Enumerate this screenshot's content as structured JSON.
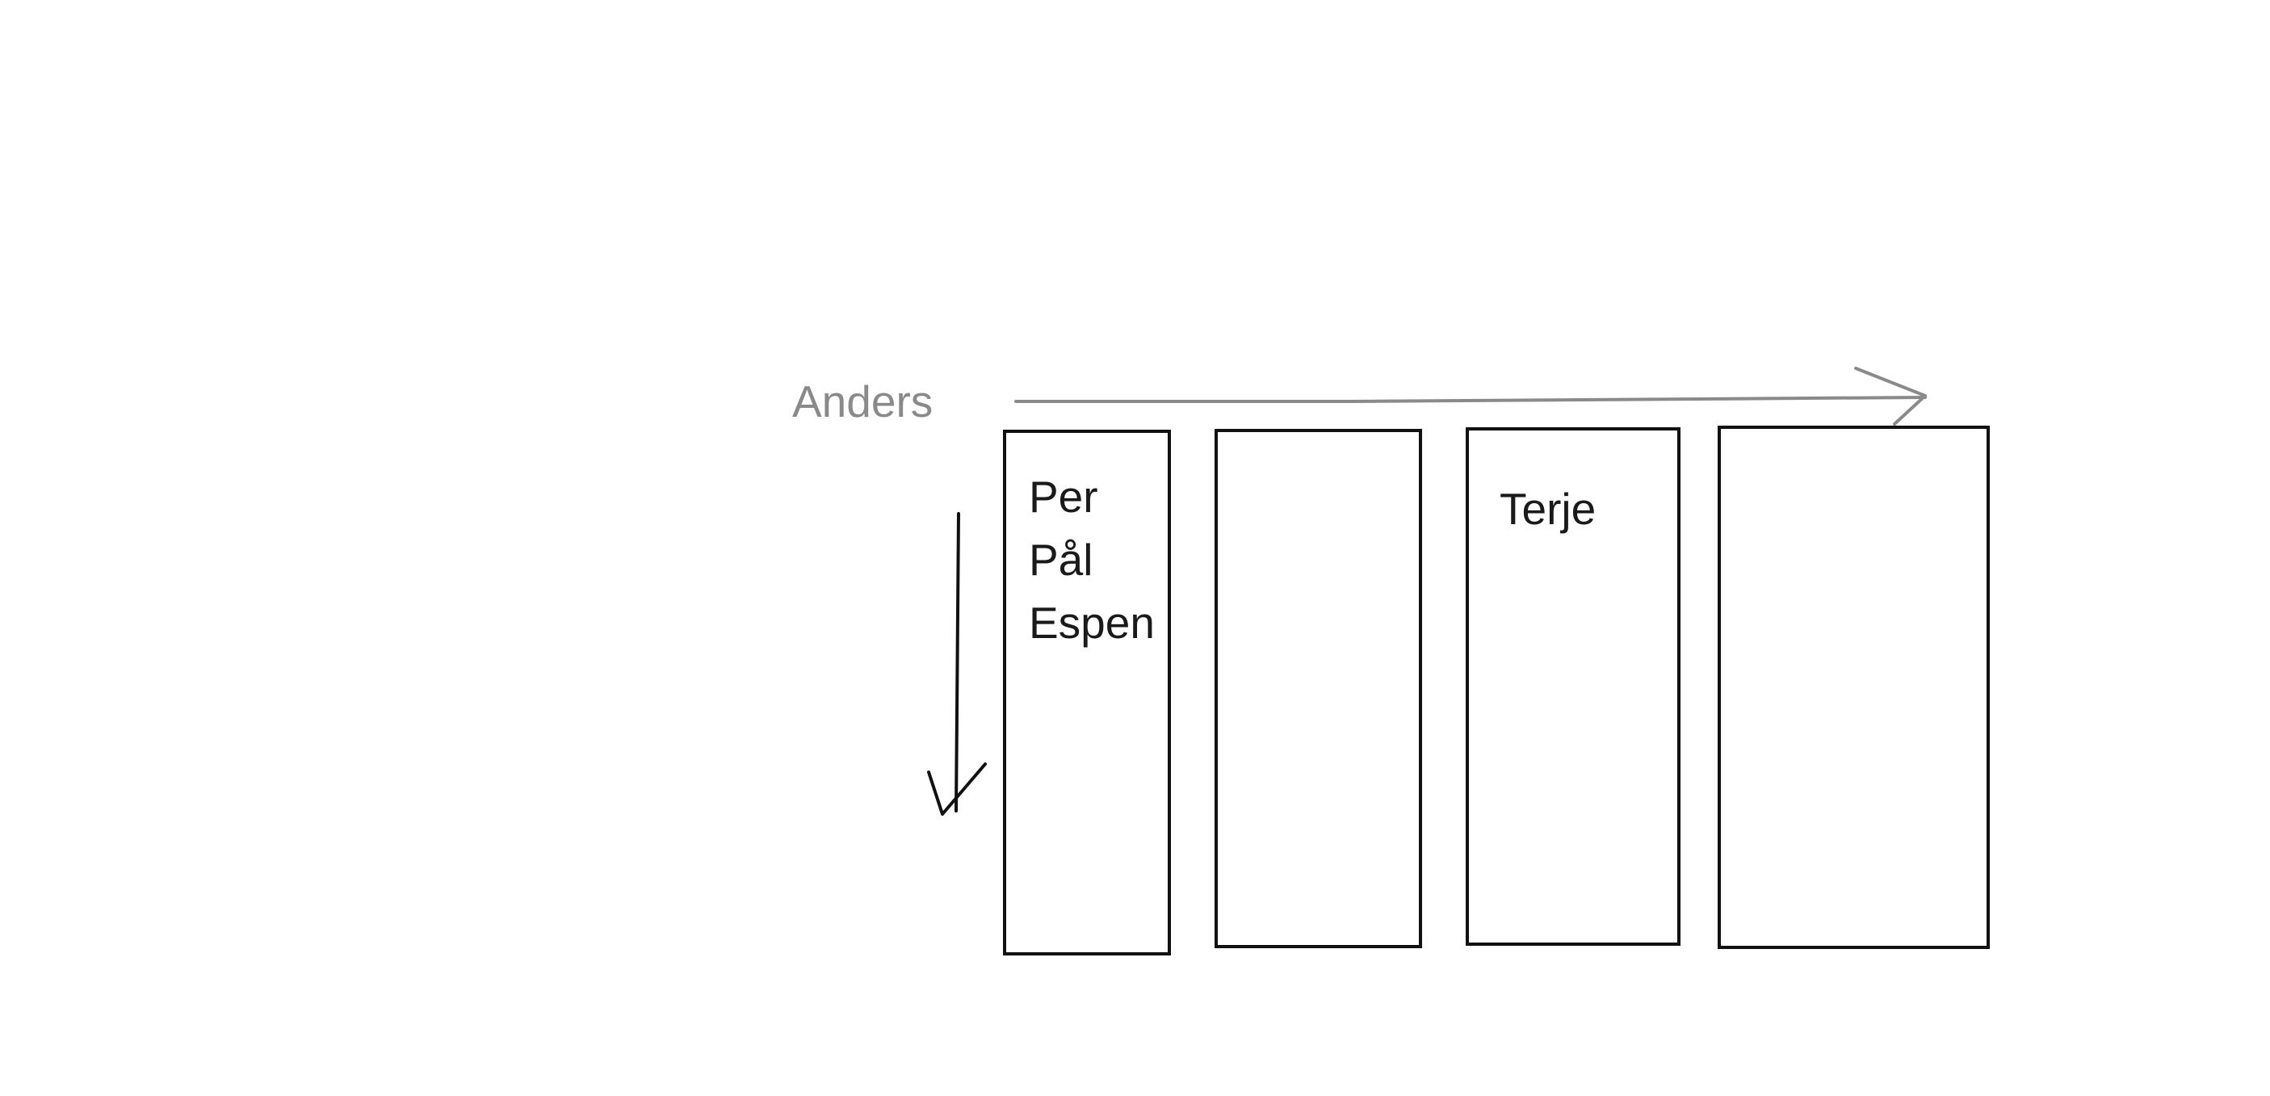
{
  "diagram": {
    "top_label": "Anders",
    "column_1_names": [
      "Per",
      "Pål",
      "Espen"
    ],
    "column_3_name": "Terje",
    "colors": {
      "top_label": "#8a8a8a",
      "top_arrow": "#8a8a8a",
      "down_arrow": "#111111",
      "box_stroke": "#111111",
      "text": "#1a1a1a"
    }
  }
}
